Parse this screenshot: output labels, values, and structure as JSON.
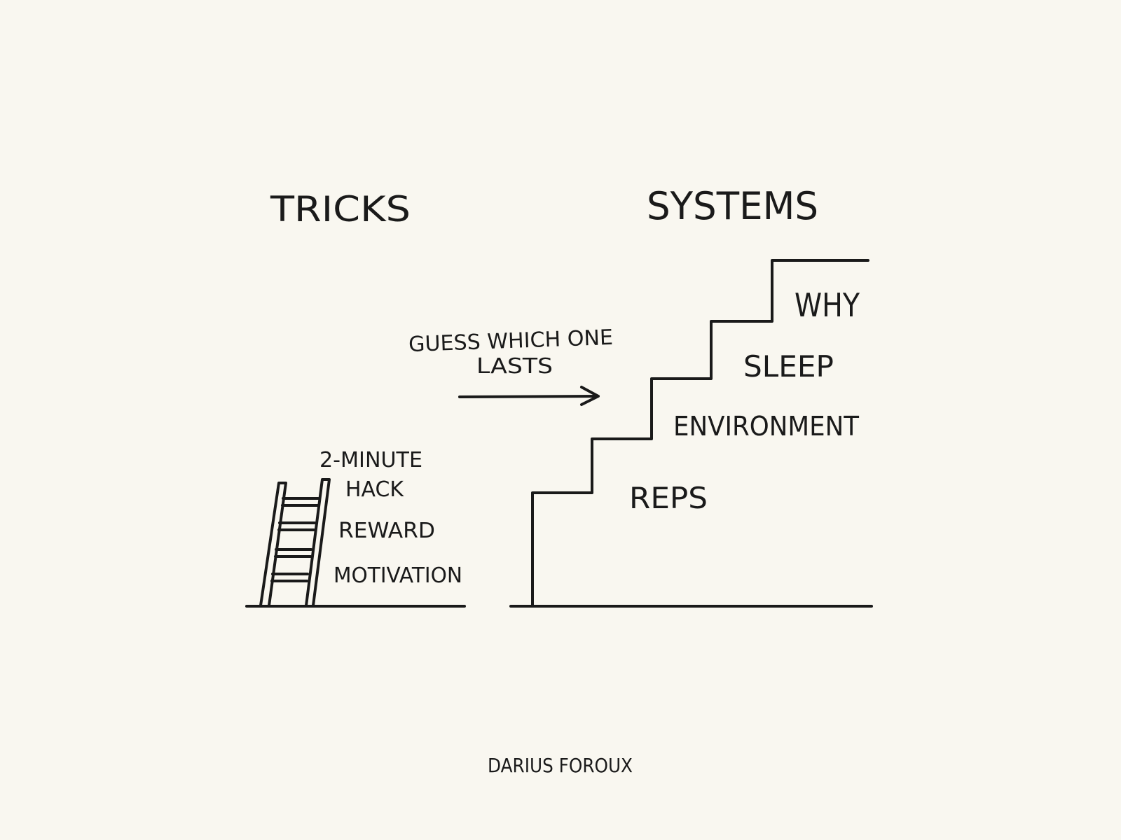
{
  "colors": {
    "background": "#f9f7f0",
    "ink": "#1a1a1a"
  },
  "left": {
    "title": "TRICKS",
    "items": [
      "2-MINUTE",
      "HACK",
      "REWARD",
      "MOTIVATION"
    ]
  },
  "right": {
    "title": "SYSTEMS",
    "steps": [
      "REPS",
      "ENVIRONMENT",
      "SLEEP",
      "WHY"
    ]
  },
  "annotation": {
    "line1": "GUESS WHICH ONE",
    "line2": "LASTS"
  },
  "signature": "DARIUS FOROUX"
}
